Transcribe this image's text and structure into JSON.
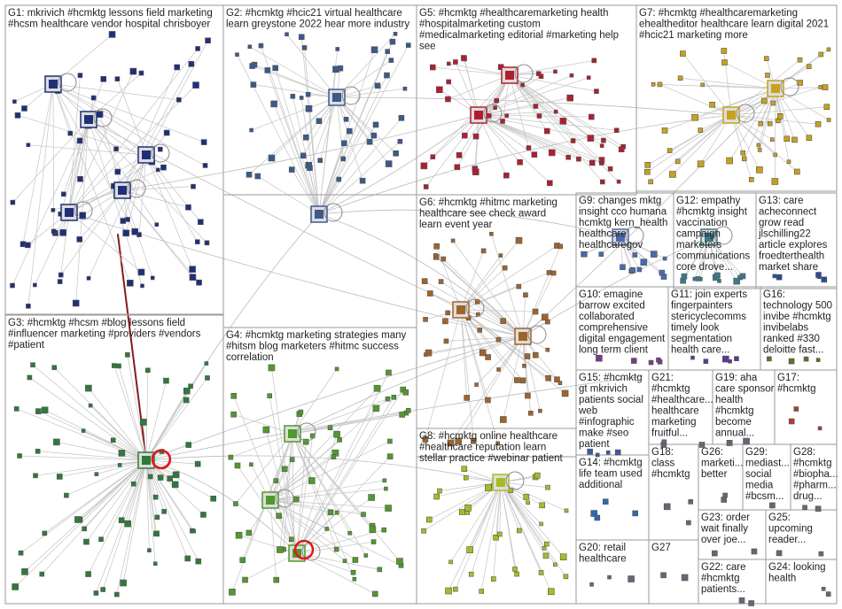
{
  "groups": [
    {
      "id": "G1",
      "lines": [
        "G1: mkrivich #hcmktg lessons field marketing",
        "#hcsm healthcare vendor hospital chrisboyer"
      ]
    },
    {
      "id": "G2",
      "lines": [
        "G2: #hcmktg #hcic21 virtual healthcare",
        "learn greystone 2022 hear more industry"
      ]
    },
    {
      "id": "G5",
      "lines": [
        "G5: #hcmktg #healthcaremarketing health",
        "#hospitalmarketing custom",
        "#medicalmarketing editorial #marketing help",
        "see"
      ]
    },
    {
      "id": "G7",
      "lines": [
        "G7: #hcmktg #healthcaremarketing",
        "ehealtheditor healthcare learn digital 2021",
        "#hcic21 marketing more"
      ]
    },
    {
      "id": "G6",
      "lines": [
        "G6: #hcmktg #hitmc marketing",
        "healthcare see check award",
        "learn event year"
      ]
    },
    {
      "id": "G9",
      "lines": [
        "G9: changes mktg",
        "insight cco humana",
        "hcmktg kern_health",
        "healthcare",
        "healthcaregov"
      ]
    },
    {
      "id": "G12",
      "lines": [
        "G12: empathy",
        "#hcmktg insight",
        "vaccination",
        "campaign",
        "marketers",
        "communications",
        "core drove..."
      ]
    },
    {
      "id": "G13",
      "lines": [
        "G13: care",
        "acheconnect",
        "grow read",
        "jlschilling22",
        "article explores",
        "froedterthealth",
        "market share"
      ]
    },
    {
      "id": "G3",
      "lines": [
        "G3: #hcmktg #hcsm #blog lessons field",
        "#influencer marketing #providers #vendors",
        "#patient"
      ]
    },
    {
      "id": "G4",
      "lines": [
        "G4: #hcmktg marketing strategies many",
        "#hitsm blog marketers #hitmc success",
        "correlation"
      ]
    },
    {
      "id": "G10",
      "lines": [
        "G10: emagine",
        "barrow excited",
        "collaborated",
        "comprehensive",
        "digital engagement",
        "long term client"
      ]
    },
    {
      "id": "G11",
      "lines": [
        "G11: join experts",
        "fingerpainters",
        "stericyclecomms",
        "timely look",
        "segmentation",
        "health care..."
      ]
    },
    {
      "id": "G16",
      "lines": [
        "G16:",
        "technology 500",
        "invibe #hcmktg",
        "invibelabs",
        "ranked #330",
        "deloitte fast..."
      ]
    },
    {
      "id": "G15",
      "lines": [
        "G15: #hcmktg",
        "gt mkrivich",
        "patients social",
        "web",
        "#infographic",
        "make #seo",
        "patient"
      ]
    },
    {
      "id": "G21",
      "lines": [
        "G21:",
        "#hcmktg",
        "#healthcare...",
        "healthcare",
        "marketing",
        "fruitful..."
      ]
    },
    {
      "id": "G19",
      "lines": [
        "G19: aha",
        "care sponsor",
        "health",
        "#hcmktg",
        "become",
        "annual..."
      ]
    },
    {
      "id": "G17",
      "lines": [
        "G17:",
        "#hcmktg"
      ]
    },
    {
      "id": "G8",
      "lines": [
        "G8: #hcmktg online healthcare",
        "#healthcare reputation learn",
        "stellar practice #webinar patient"
      ]
    },
    {
      "id": "G14",
      "lines": [
        "G14: #hcmktg",
        "life team used",
        "additional"
      ]
    },
    {
      "id": "G18",
      "lines": [
        "G18:",
        "class",
        "#hcmktg"
      ]
    },
    {
      "id": "G26",
      "lines": [
        "G26:",
        "marketi...",
        "better"
      ]
    },
    {
      "id": "G29",
      "lines": [
        "G29:",
        "mediast...",
        "social",
        "media",
        "#bcsm..."
      ]
    },
    {
      "id": "G28",
      "lines": [
        "G28:",
        "#hcmktg",
        "#biopha...",
        "#pharm...",
        "drug..."
      ]
    },
    {
      "id": "G23",
      "lines": [
        "G23: order",
        "wait finally",
        "over joe..."
      ]
    },
    {
      "id": "G25",
      "lines": [
        "G25:",
        "upcoming",
        "reader..."
      ]
    },
    {
      "id": "G20",
      "lines": [
        "G20: retail",
        "healthcare"
      ]
    },
    {
      "id": "G27",
      "lines": [
        "G27"
      ]
    },
    {
      "id": "G22",
      "lines": [
        "G22: care",
        "#hcmktg",
        "patients..."
      ]
    },
    {
      "id": "G24",
      "lines": [
        "G24: looking",
        "health"
      ]
    }
  ],
  "colors": {
    "G1": "#1f2f7a",
    "G2": "#3a5a8c",
    "G3": "#2f7a3a",
    "G4": "#4f9a2a",
    "G5": "#b01e2e",
    "G6": "#a0642a",
    "G7": "#c7a21a",
    "G8": "#aabb22",
    "G9": "#4a6ab0",
    "G10": "#7a3a8a",
    "G11": "#5a3a9a",
    "G12": "#3a7a8a",
    "G13": "#2a4a9a",
    "G14": "#2a6ab0",
    "G15": "#3a5aa0",
    "G16": "#6a6a2a",
    "G17": "#b03a3a",
    "hub_edge": "#8a1a1a"
  }
}
